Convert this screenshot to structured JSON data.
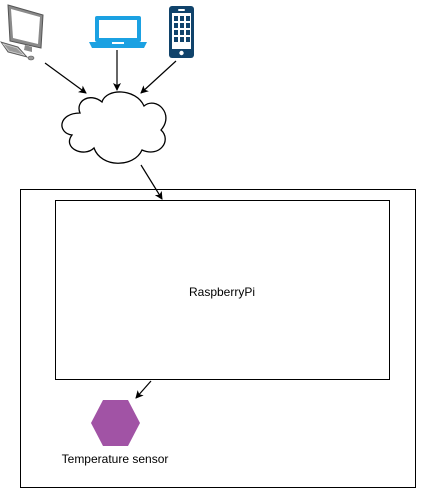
{
  "nodes": {
    "desktop": {
      "icon": "desktop-computer-icon"
    },
    "laptop": {
      "icon": "laptop-icon",
      "color": "#1ba1e2"
    },
    "phone": {
      "icon": "smartphone-icon",
      "color": "#10436b"
    },
    "cloud": {
      "icon": "cloud-icon"
    },
    "outer_box": {},
    "raspberry_pi": {
      "label": "RaspberryPi"
    },
    "sensor": {
      "label": "Temperature sensor",
      "shape": "hexagon",
      "color": "#a153a5"
    }
  },
  "edges": [
    {
      "from": "desktop",
      "to": "cloud"
    },
    {
      "from": "laptop",
      "to": "cloud"
    },
    {
      "from": "phone",
      "to": "cloud"
    },
    {
      "from": "cloud",
      "to": "outer_box"
    },
    {
      "from": "raspberry_pi",
      "to": "sensor"
    }
  ]
}
